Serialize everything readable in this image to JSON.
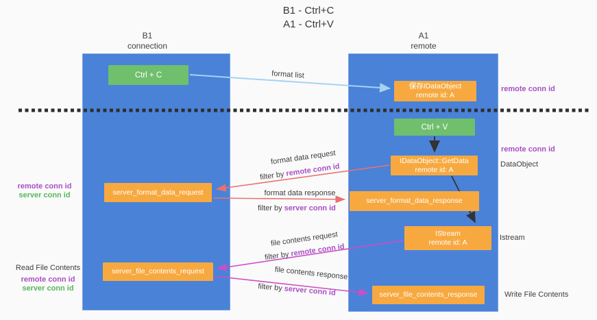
{
  "title": {
    "line1": "B1 - Ctrl+C",
    "line2": "A1 - Ctrl+V"
  },
  "lanes": {
    "left": {
      "name": "B1",
      "role": "connection"
    },
    "right": {
      "name": "A1",
      "role": "remote"
    }
  },
  "boxes": {
    "ctrl_c": {
      "label": "Ctrl + C"
    },
    "ctrl_v": {
      "label": "Ctrl + V"
    },
    "save_idataobject": {
      "line1": "保存IDataObject",
      "line2": "remote id: A"
    },
    "getdata": {
      "line1": "IDataObject::GetData",
      "line2": "remote id: A"
    },
    "istream": {
      "line1": "IStream",
      "line2": "remote id: A"
    },
    "server_format_data_request": {
      "label": "server_format_data_request"
    },
    "server_format_data_response": {
      "label": "server_format_data_response"
    },
    "server_file_contents_request": {
      "label": "server_file_contents_request"
    },
    "server_file_contents_response": {
      "label": "server_file_contents_response"
    }
  },
  "arrow_labels": {
    "format_list": "format list",
    "format_data_request": "format data request",
    "format_data_response": "format data response",
    "file_contents_request": "file contents request",
    "file_contents_response": "file contents response",
    "filter_by": "filter by",
    "remote_conn_id": "remote conn id",
    "server_conn_id": "server conn id"
  },
  "annotations": {
    "right_remote_conn_id_top": "remote conn id",
    "right_remote_conn_id_mid": "remote conn id",
    "dataobject": "DataObject",
    "istream": "Istream",
    "write_file_contents": "Write File Contents",
    "left_remote_conn_id_fmt": "remote conn id",
    "left_server_conn_id_fmt": "server conn id",
    "read_file_contents": "Read File Contents",
    "left_remote_conn_id_file": "remote conn id",
    "left_server_conn_id_file": "server conn id"
  },
  "colors": {
    "background": "#fafafa",
    "lane_blue": "#4a82d8",
    "box_green": "#6fbf6d",
    "box_orange": "#f7a940",
    "purple_text": "#a94fc5",
    "green_text": "#57b75b",
    "arrow_red": "#e9726f",
    "arrow_magenta": "#cc4ec6",
    "arrow_lightblue": "#a5d2f2",
    "arrow_black": "#333333"
  }
}
